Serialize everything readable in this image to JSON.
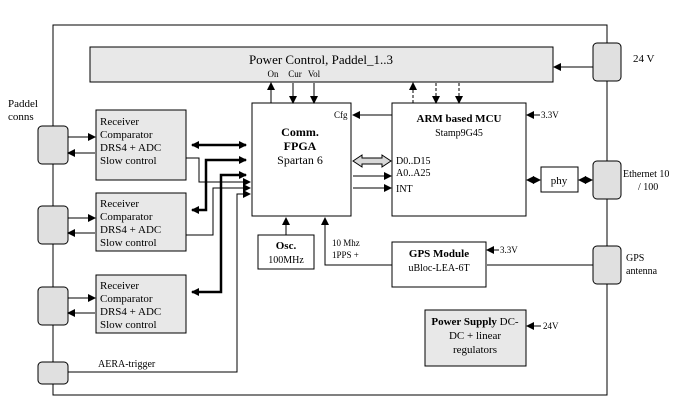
{
  "blocks": {
    "power_control": "Power Control, Paddel_1..3",
    "power_control_signals": [
      "On",
      "Cur",
      "Vol"
    ],
    "supply_24v_top": "24 V",
    "paddel_conns": [
      "Paddel",
      "conns"
    ],
    "receivers": [
      [
        "Receiver",
        "Comparator",
        "DRS4 + ADC",
        "Slow control"
      ],
      [
        "Receiver",
        "Comparator",
        "DRS4 + ADC",
        "Slow control"
      ],
      [
        "Receiver",
        "Comparator",
        "DRS4 + ADC",
        "Slow control"
      ]
    ],
    "fpga": [
      "Comm.",
      "FPGA",
      "Spartan 6"
    ],
    "fpga_cfg": "Cfg",
    "mcu_title": "ARM based MCU",
    "mcu_sub": "Stamp9G45",
    "mcu_supply": "3.3V",
    "bus_labels": [
      "D0..D15",
      "A0..A25",
      "INT"
    ],
    "phy": "phy",
    "ethernet": [
      "Ethernet 10",
      "/ 100"
    ],
    "osc": [
      "Osc.",
      "100MHz"
    ],
    "gps_signals": [
      "10 Mhz",
      "1PPS +"
    ],
    "gps_title": "GPS Module",
    "gps_sub": "uBloc-LEA-6T",
    "gps_supply": "3.3V",
    "gps_antenna": [
      "GPS",
      "antenna"
    ],
    "psu": [
      "Power Supply DC-",
      "DC + linear",
      "regulators"
    ],
    "psu_supply": "24V",
    "aera_trigger": "AERA-trigger"
  }
}
